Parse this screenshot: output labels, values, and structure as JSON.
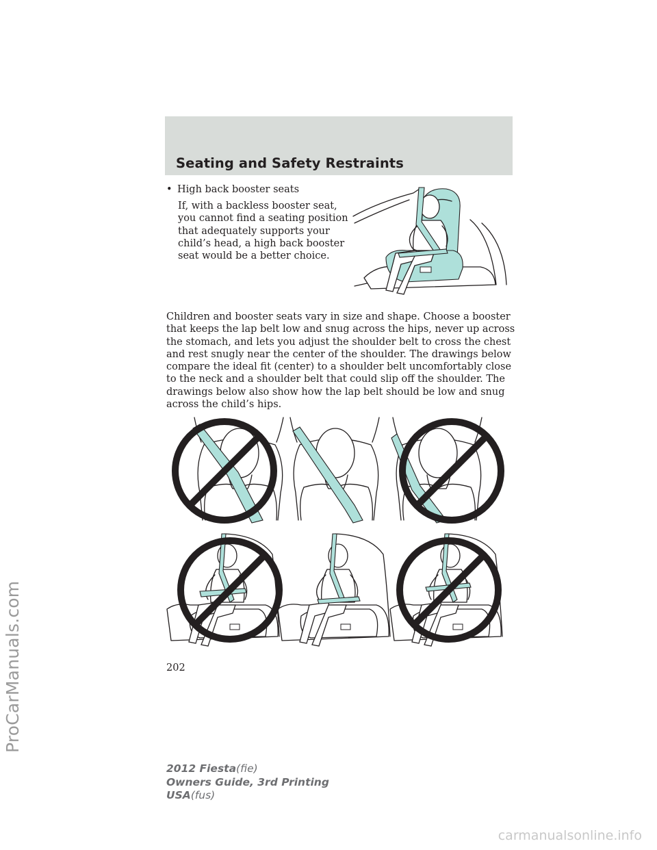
{
  "watermark_side": "ProCarManuals.com",
  "watermark_bottom": "carmanualsonline.info",
  "header": {
    "title": "Seating and Safety Restraints"
  },
  "bullet": {
    "marker": "•",
    "text": "High back booster seats"
  },
  "bullet_paragraph": "If, with a backless booster seat, you cannot find a seating position that adequately supports your child’s head, a high back booster seat would be a better choice.",
  "body_paragraph": "Children and booster seats vary in size and shape. Choose a booster that keeps the lap belt low and snug across the hips, never up across the stomach, and lets you adjust the shoulder belt to cross the chest and rest snugly near the center of the shoulder. The drawings below compare the ideal fit (center) to a shoulder belt uncomfortably close to the neck and a shoulder belt that could slip off the shoulder. The drawings below also show how the lap belt should be low and snug across the child’s hips.",
  "page_number": "202",
  "footer": {
    "model": "2012 Fiesta",
    "model_code": "(fie)",
    "guide": "Owners Guide, 3rd Printing",
    "market": "USA",
    "market_code": "(fus)"
  },
  "colors": {
    "header_band": "#d8dcd9",
    "belt_fill": "#aee0da",
    "text": "#231f20",
    "footer": "#6d6e71"
  }
}
